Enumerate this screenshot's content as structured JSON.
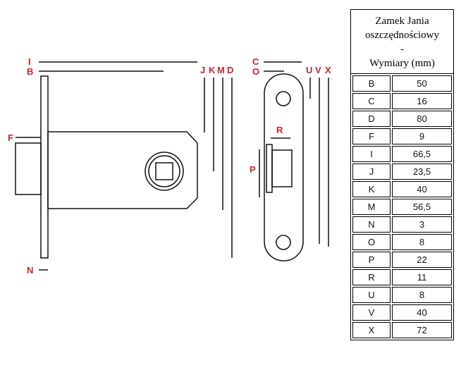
{
  "drawing": {
    "accent_color": "#c0282d",
    "labels": {
      "I": "I",
      "B": "B",
      "F": "F",
      "N": "N",
      "J": "J",
      "K": "K",
      "M": "M",
      "D": "D",
      "C": "C",
      "O": "O",
      "U": "U",
      "V": "V",
      "X": "X",
      "R": "R",
      "P": "P"
    }
  },
  "table": {
    "title_line1": "Zamek Jania",
    "title_line2": "oszczędnościowy",
    "title_line3": "-",
    "title_line4": "Wymiary (mm)",
    "rows": [
      {
        "key": "B",
        "value": "50"
      },
      {
        "key": "C",
        "value": "16"
      },
      {
        "key": "D",
        "value": "80"
      },
      {
        "key": "F",
        "value": "9"
      },
      {
        "key": "I",
        "value": "66,5"
      },
      {
        "key": "J",
        "value": "23,5"
      },
      {
        "key": "K",
        "value": "40"
      },
      {
        "key": "M",
        "value": "56,5"
      },
      {
        "key": "N",
        "value": "3"
      },
      {
        "key": "O",
        "value": "8"
      },
      {
        "key": "P",
        "value": "22"
      },
      {
        "key": "R",
        "value": "11"
      },
      {
        "key": "U",
        "value": "8"
      },
      {
        "key": "V",
        "value": "40"
      },
      {
        "key": "X",
        "value": "72"
      }
    ]
  }
}
